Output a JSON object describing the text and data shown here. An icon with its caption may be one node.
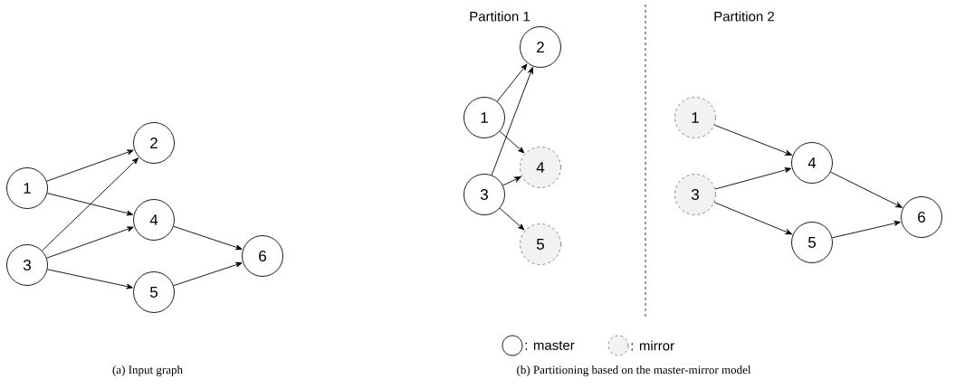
{
  "diagram": {
    "nodes": [
      {
        "text": [
          "1"
        ]
      },
      {
        "text": [
          "2"
        ]
      },
      {
        "text": [
          "3"
        ]
      },
      {
        "text": [
          "4"
        ]
      },
      {
        "text": [
          "5"
        ]
      },
      {
        "text": [
          "6"
        ]
      },
      {
        "text": [
          "1"
        ]
      },
      {
        "text": [
          "2"
        ]
      },
      {
        "text": [
          "3"
        ]
      },
      {
        "text": [
          "4"
        ]
      },
      {
        "text": [
          "5"
        ]
      },
      {
        "text": [
          "1"
        ]
      },
      {
        "text": [
          "3"
        ]
      },
      {
        "text": [
          "4"
        ]
      },
      {
        "text": [
          "5"
        ]
      },
      {
        "text": [
          "6"
        ]
      }
    ],
    "edges": [
      {
        "from": 0,
        "to": 1,
        "arrow": "to"
      },
      {
        "from": 0,
        "to": 3,
        "arrow": "to"
      },
      {
        "from": 2,
        "to": 1,
        "arrow": "to"
      },
      {
        "from": 2,
        "to": 3,
        "arrow": "to"
      },
      {
        "from": 2,
        "to": 4,
        "arrow": "to"
      },
      {
        "from": 3,
        "to": 5,
        "arrow": "to"
      },
      {
        "from": 4,
        "to": 5,
        "arrow": "to"
      },
      {
        "from": 6,
        "to": 7,
        "arrow": "to"
      },
      {
        "from": 6,
        "to": 9,
        "arrow": "to"
      },
      {
        "from": 8,
        "to": 7,
        "arrow": "to"
      },
      {
        "from": 8,
        "to": 9,
        "arrow": "to"
      },
      {
        "from": 8,
        "to": 10,
        "arrow": "to"
      },
      {
        "from": 11,
        "to": 13,
        "arrow": "to"
      },
      {
        "from": 12,
        "to": 13,
        "arrow": "to"
      },
      {
        "from": 12,
        "to": 14,
        "arrow": "to"
      },
      {
        "from": 13,
        "to": 15,
        "arrow": "to"
      },
      {
        "from": 14,
        "to": 15,
        "arrow": "to"
      }
    ],
    "labels": [
      "Partition 1",
      "Partition 2",
      "(a) Input graph",
      "(b) Partitioning based on the master-mirror model"
    ],
    "legend": [
      {
        "text": ": master"
      },
      {
        "text": ": mirror"
      }
    ]
  }
}
